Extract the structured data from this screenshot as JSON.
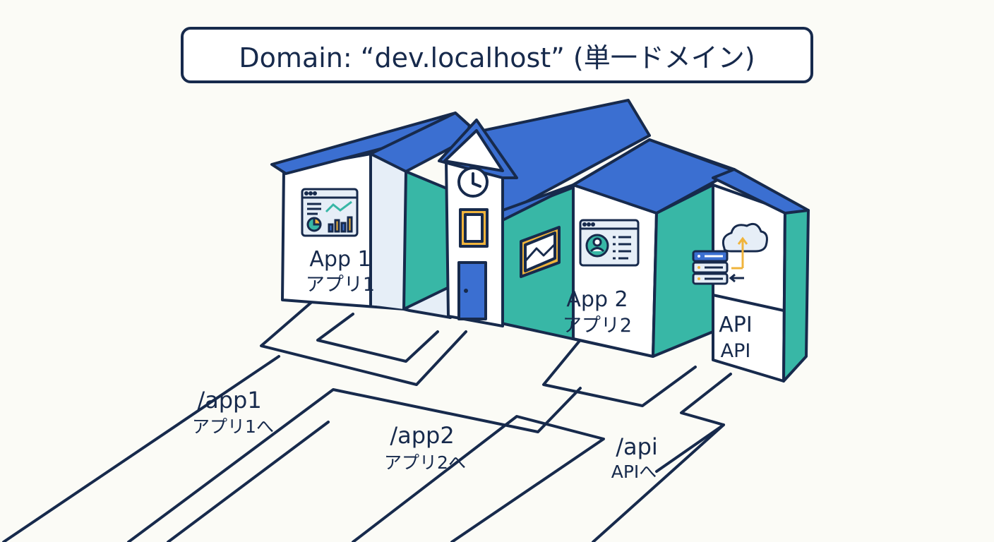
{
  "title": "Domain: “dev.localhost” (単一ドメイン)",
  "buildings": {
    "app1": {
      "name": "App 1",
      "name_ja": "アプリ1"
    },
    "app2": {
      "name": "App 2",
      "name_ja": "アプリ2"
    },
    "api": {
      "name": "API",
      "name_ja": "API"
    }
  },
  "paths": {
    "app1": {
      "route": "/app1",
      "route_ja": "アプリ1へ"
    },
    "app2": {
      "route": "/app2",
      "route_ja": "アプリ2へ"
    },
    "api": {
      "route": "/api",
      "route_ja": "APIへ"
    }
  },
  "icons": {
    "app1": "dashboard-chart-icon",
    "app2": "user-profile-window-icon",
    "api": "server-cloud-sync-icon",
    "tower": "clock-icon"
  },
  "colors": {
    "outline": "#172a4c",
    "roof": "#3b6fd1",
    "wall_teal": "#38b7a6",
    "wall_white": "#ffffff",
    "wall_light": "#e6eef7",
    "accent_gold": "#f0b43c",
    "background": "#fbfbf6"
  }
}
